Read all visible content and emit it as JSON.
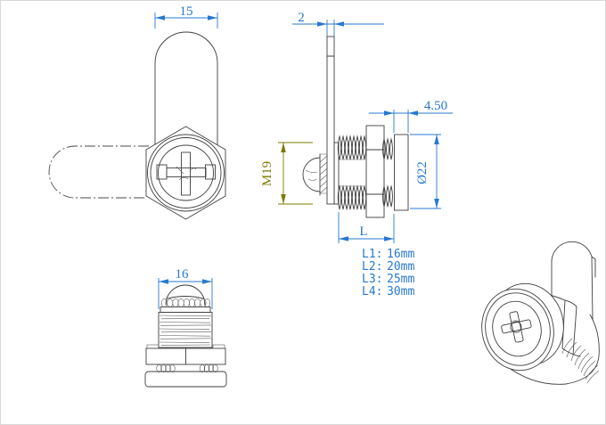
{
  "drawing": {
    "front_view": {
      "dim_cam_width": "15"
    },
    "side_view": {
      "dim_cam_thickness": "2",
      "dim_head_thickness": "4.50",
      "dim_thread": "M19",
      "dim_head_diameter": "Ø22",
      "dim_length": "L"
    },
    "rear_view": {
      "dim_body_width": "16"
    },
    "length_options": [
      {
        "label": "L1:",
        "value": "16mm"
      },
      {
        "label": "L2:",
        "value": "20mm"
      },
      {
        "label": "L3:",
        "value": "25mm"
      },
      {
        "label": "L4:",
        "value": "30mm"
      }
    ],
    "colors": {
      "line": "#3f3f3f",
      "dimension": "#2778d0",
      "thread_dimension": "#7a7a00",
      "background": "#ffffff"
    }
  }
}
